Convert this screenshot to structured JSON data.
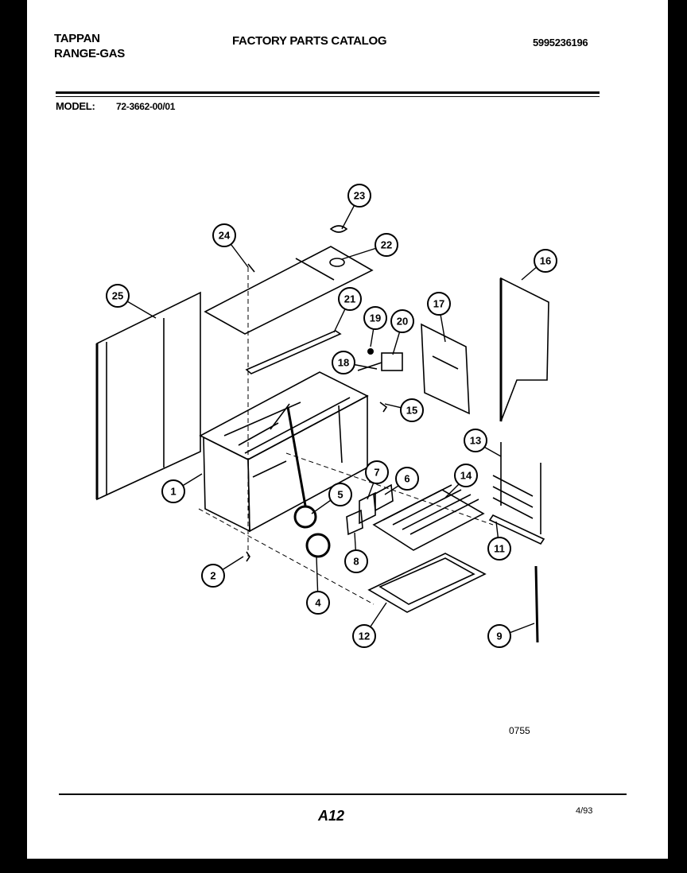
{
  "header": {
    "brand": "TAPPAN",
    "product": "RANGE-GAS",
    "catalog_title": "FACTORY PARTS CATALOG",
    "catalog_number": "5995236196"
  },
  "model": {
    "label": "MODEL:",
    "number": "72-3662-00/01"
  },
  "callouts": [
    "1",
    "2",
    "4",
    "5",
    "6",
    "7",
    "8",
    "9",
    "11",
    "12",
    "13",
    "14",
    "15",
    "16",
    "17",
    "18",
    "19",
    "20",
    "21",
    "22",
    "23",
    "24",
    "25"
  ],
  "footer": {
    "drawing_code": "0755",
    "page_number": "A12",
    "print_date": "4/93"
  }
}
